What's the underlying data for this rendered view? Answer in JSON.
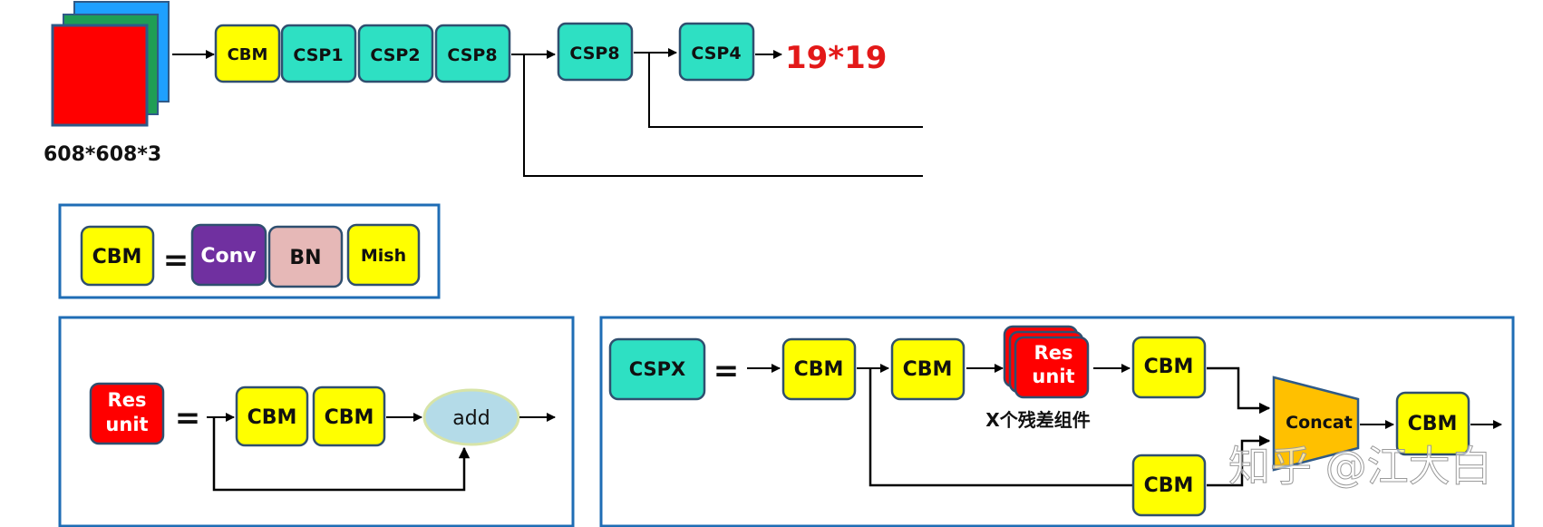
{
  "backbone": {
    "input_label": "608*608*3",
    "blocks": [
      "CBM",
      "CSP1",
      "CSP2",
      "CSP8"
    ],
    "block_csp8_second": "CSP8",
    "block_csp4": "CSP4",
    "output_label": "19*19"
  },
  "cbm_legend": {
    "lhs": "CBM",
    "equals": "=",
    "parts": [
      "Conv",
      "BN",
      "Mish"
    ]
  },
  "res_unit_legend": {
    "lhs_line1": "Res",
    "lhs_line2": "unit",
    "equals": "=",
    "blocks": [
      "CBM",
      "CBM"
    ],
    "add_label": "add"
  },
  "cspx_legend": {
    "lhs": "CSPX",
    "equals": "=",
    "cbm1": "CBM",
    "cbm2": "CBM",
    "res_line1": "Res",
    "res_line2": "unit",
    "res_caption": "X个残差组件",
    "cbm3": "CBM",
    "cbm_bottom": "CBM",
    "concat_label": "Concat",
    "cbm_out": "CBM"
  },
  "watermark": "知乎 @江大白",
  "colors": {
    "cbm_yellow": "#ffff00",
    "csp_teal": "#2ee0c3",
    "conv_purple": "#7030a0",
    "bn_pink": "#e6b8b7",
    "res_red": "#ff0000",
    "concat_orange": "#ffc000",
    "add_blue": "#b4dbe8",
    "frame_blue": "#1f6db5",
    "output_red": "#e31919"
  }
}
